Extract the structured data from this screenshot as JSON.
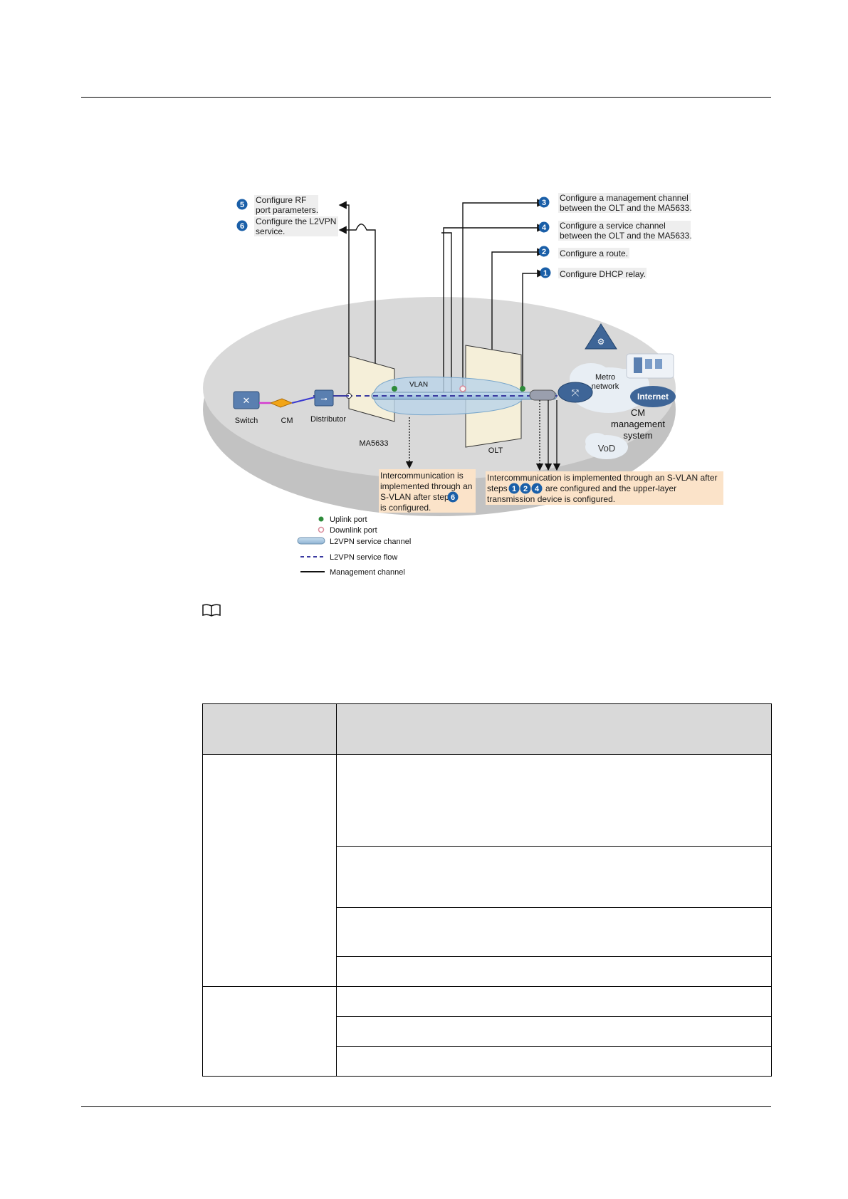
{
  "steps": [
    {
      "num": "1",
      "text": "Configure DHCP relay."
    },
    {
      "num": "2",
      "text": "Configure a route."
    },
    {
      "num": "3",
      "lines": [
        "Configure a management channel",
        "between the OLT and the MA5633."
      ]
    },
    {
      "num": "4",
      "lines": [
        "Configure a service channel",
        "between the OLT and the MA5633."
      ]
    },
    {
      "num": "5",
      "lines": [
        "Configure RF",
        "port parameters."
      ]
    },
    {
      "num": "6",
      "lines": [
        "Configure the L2VPN",
        "service."
      ]
    }
  ],
  "devices": {
    "switch": "Switch",
    "cm": "CM",
    "distributor": "Distributor",
    "ma5633": "MA5633",
    "olt": "OLT",
    "vlan": "VLAN",
    "metro_line1": "Metro",
    "metro_line2": "network",
    "internet": "Internet",
    "cm_mgmt": [
      "CM",
      "management",
      "system"
    ],
    "vod": "VoD"
  },
  "notes": {
    "left": {
      "lines": [
        "Intercommunication is",
        "implemented through an",
        "S-VLAN after step",
        "is configured."
      ],
      "step_ref": "6"
    },
    "right": {
      "line1": "Intercommunication is implemented through an S-VLAN after",
      "line2_prefix": "steps",
      "line2_steps": [
        "1",
        "2",
        "4"
      ],
      "line2_suffix": "are configured and the upper-layer",
      "line3": "transmission device is configured."
    }
  },
  "legend": [
    {
      "icon": "dot-green",
      "label": "Uplink port"
    },
    {
      "icon": "dot-pink",
      "label": "Downlink port"
    },
    {
      "icon": "pipe",
      "label": "L2VPN service channel"
    },
    {
      "icon": "dash",
      "label": "L2VPN service flow"
    },
    {
      "icon": "line",
      "label": "Management channel"
    }
  ],
  "colors": {
    "step_badge": "#1a5fa8",
    "note_bg": "#fbe3c9",
    "label_bg": "#eeeeee",
    "platform": "#d6d6d6",
    "uplink": "#2e8b3a",
    "downlink": "#d98a9a",
    "flow": "#3a3aa0"
  }
}
